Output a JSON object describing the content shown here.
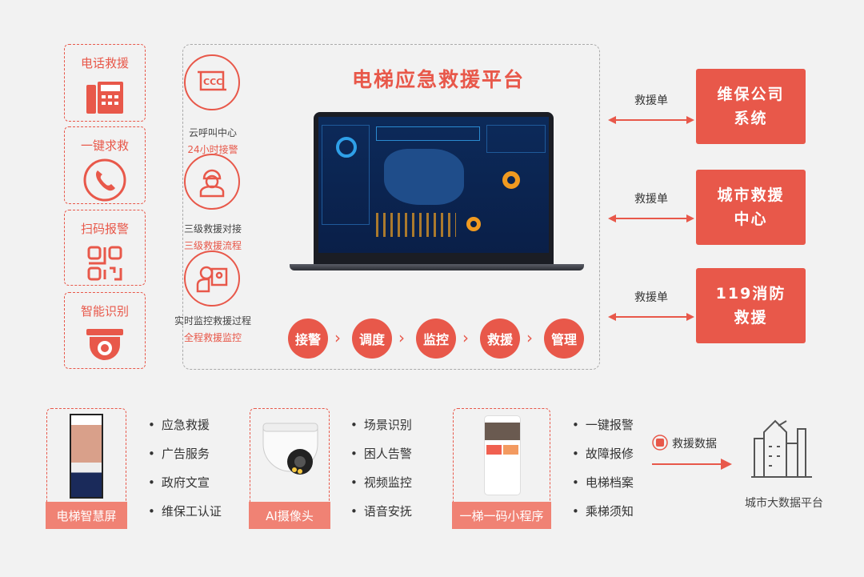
{
  "left_channels": [
    {
      "label": "电话救援",
      "icon": "phone-machine-icon"
    },
    {
      "label": "一键求救",
      "icon": "phone-icon"
    },
    {
      "label": "扫码报警",
      "icon": "qr-code-icon"
    },
    {
      "label": "智能识别",
      "icon": "camera-icon"
    }
  ],
  "platform": {
    "title": "电梯应急救援平台",
    "features": [
      {
        "title": "云呼叫中心",
        "sub": "24小时接警",
        "icon": "call-center-icon"
      },
      {
        "title": "三级救援对接",
        "sub": "三级救援流程",
        "icon": "rescuer-icon"
      },
      {
        "title": "实时监控救援过程",
        "sub": "全程救援监控",
        "icon": "monitor-icon"
      }
    ],
    "flow": [
      "接警",
      "调度",
      "监控",
      "救援",
      "管理"
    ]
  },
  "right": {
    "arrow_label": "救援单",
    "targets": [
      [
        "维保公司",
        "系统"
      ],
      [
        "城市救援",
        "中心"
      ],
      [
        "119消防",
        "救援"
      ]
    ]
  },
  "bottom": {
    "devices": [
      {
        "label": "电梯智慧屏",
        "items": [
          "应急救援",
          "广告服务",
          "政府文宣",
          "维保工认证"
        ]
      },
      {
        "label": "AI摄像头",
        "items": [
          "场景识别",
          "困人告警",
          "视频监控",
          "语音安抚"
        ]
      },
      {
        "label": "一梯一码小程序",
        "items": [
          "一键报警",
          "故障报修",
          "电梯档案",
          "乘梯须知"
        ]
      }
    ],
    "data_arrow_label": "救援数据",
    "platform_label": "城市大数据平台"
  },
  "colors": {
    "accent": "#e8584a",
    "label_bg": "#f08274"
  }
}
